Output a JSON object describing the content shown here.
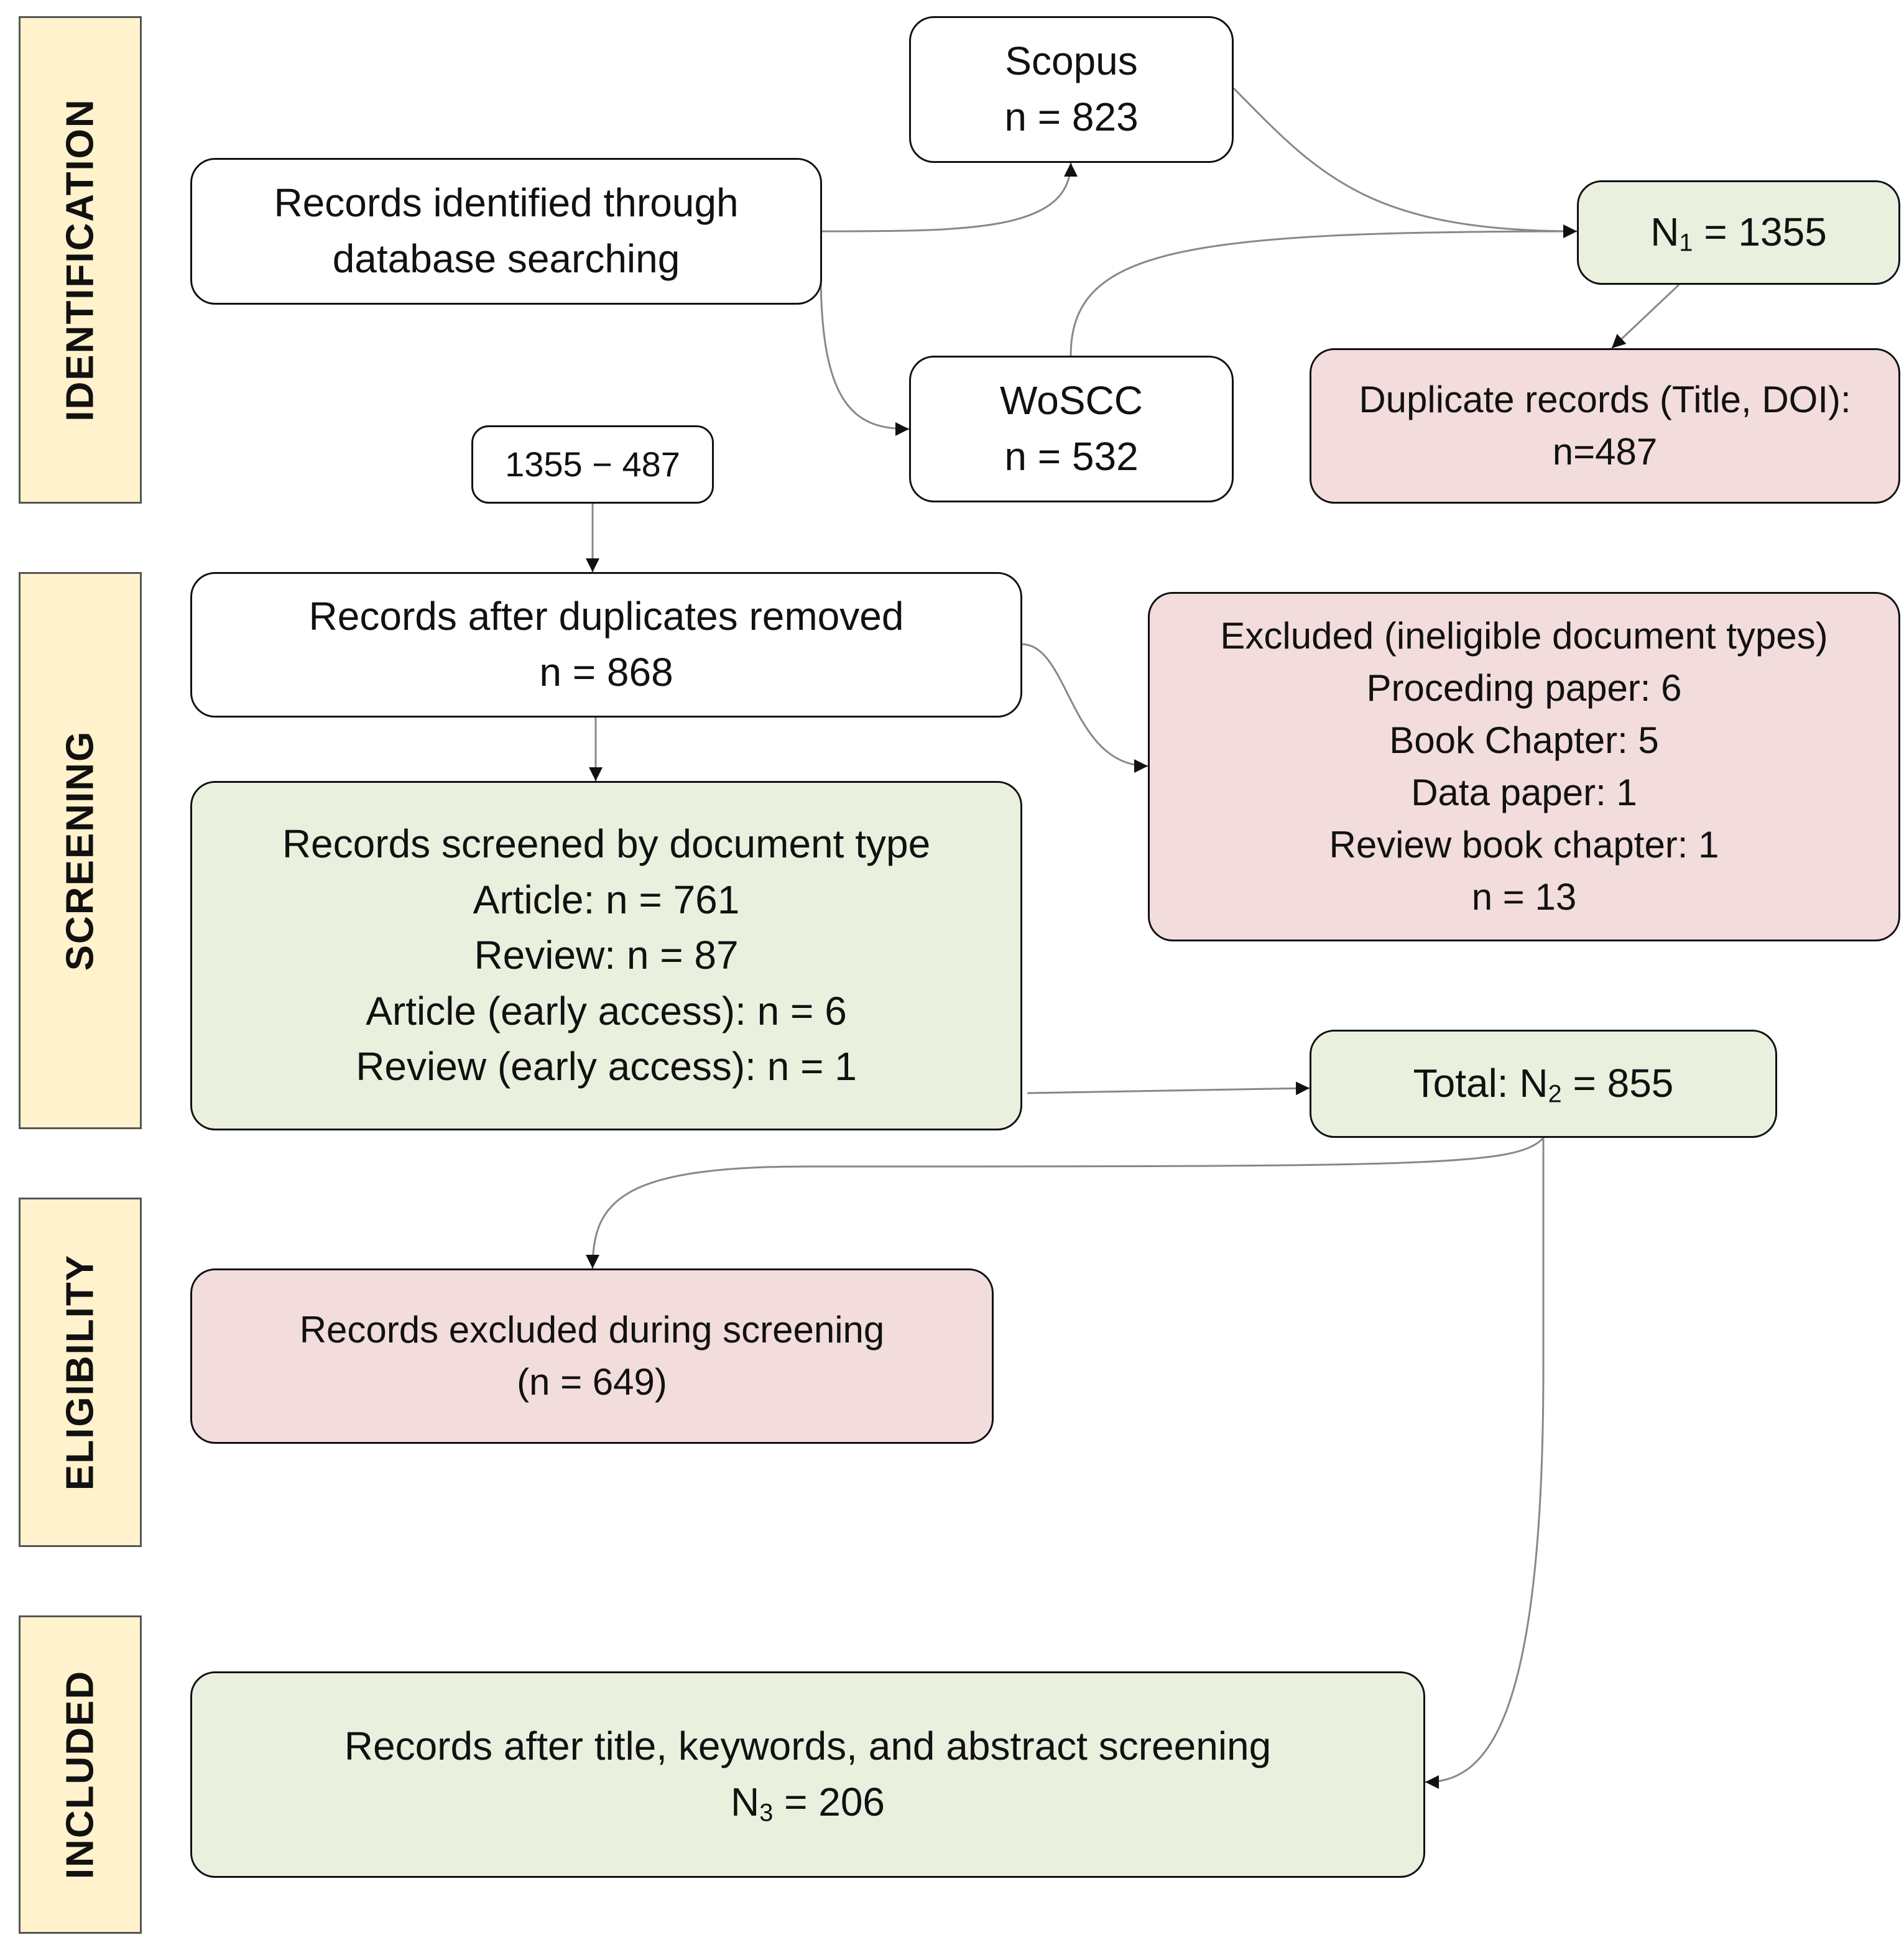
{
  "stages": {
    "identification": "IDENTIFICATION",
    "screening": "SCREENING",
    "eligibility": "ELIGIBILITY",
    "included": "INCLUDED"
  },
  "boxes": {
    "records_identified": {
      "lines": [
        "Records identified through",
        "database searching"
      ]
    },
    "scopus": {
      "name": "Scopus",
      "count": "n = 823"
    },
    "woscc": {
      "name": "WoSCC",
      "count": "n = 532"
    },
    "n1": {
      "prefix": "N",
      "sub": "1",
      "suffix": " = 1355"
    },
    "duplicates": {
      "lines": [
        "Duplicate records (Title, DOI):",
        "n=487"
      ]
    },
    "subtraction": {
      "text": "1355 − 487"
    },
    "after_duplicates": {
      "lines": [
        "Records after duplicates removed",
        "n = 868"
      ]
    },
    "excluded_types": {
      "lines": [
        "Excluded (ineligible document types)",
        "Proceding paper: 6",
        "Book Chapter: 5",
        "Data paper: 1",
        "Review book chapter: 1",
        "n = 13"
      ]
    },
    "screened_by_type": {
      "lines": [
        "Records screened by document type",
        "Article: n = 761",
        "Review: n = 87",
        "Article (early access): n = 6",
        "Review (early access): n = 1"
      ]
    },
    "total_n2": {
      "prefix": "Total: N",
      "sub": "2",
      "suffix": " = 855"
    },
    "excluded_screening": {
      "lines": [
        "Records excluded during screening",
        "(n = 649)"
      ]
    },
    "final": {
      "line1": "Records after title, keywords, and abstract screening",
      "prefix": "N",
      "sub": "3",
      "suffix": " = 206"
    }
  },
  "colors": {
    "stage_fill": "#fff2cc",
    "green_fill": "#eaf0de",
    "red_fill": "#f2dcdc",
    "connector": "#888888",
    "arrowhead": "#111111"
  }
}
